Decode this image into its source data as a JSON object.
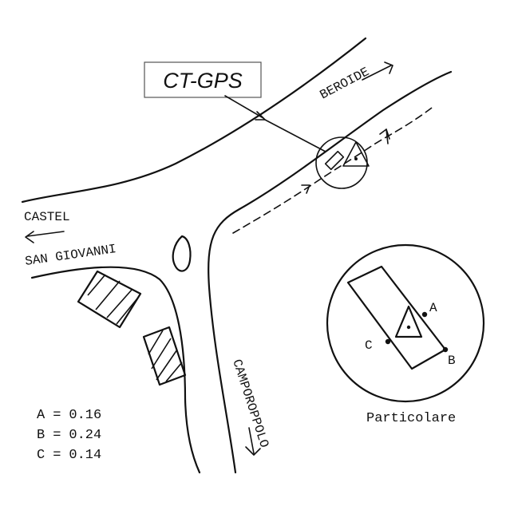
{
  "title_box": {
    "text": "CT-GPS"
  },
  "roads": {
    "beroide": "BEROIDE",
    "castel": "CASTEL",
    "san_giovanni": "SAN GIOVANNI",
    "camporoppolo": "CAMPOROPPOLO"
  },
  "legend": [
    {
      "key": "A",
      "sep": "=",
      "value": "0.16"
    },
    {
      "key": "B",
      "sep": "=",
      "value": "0.24"
    },
    {
      "key": "C",
      "sep": "=",
      "value": "0.14"
    }
  ],
  "detail": {
    "caption": "Particolare",
    "points": {
      "a": "A",
      "b": "B",
      "c": "C"
    }
  },
  "icons": {
    "gps_marker": "triangle-with-dot",
    "direction": "arrow"
  }
}
